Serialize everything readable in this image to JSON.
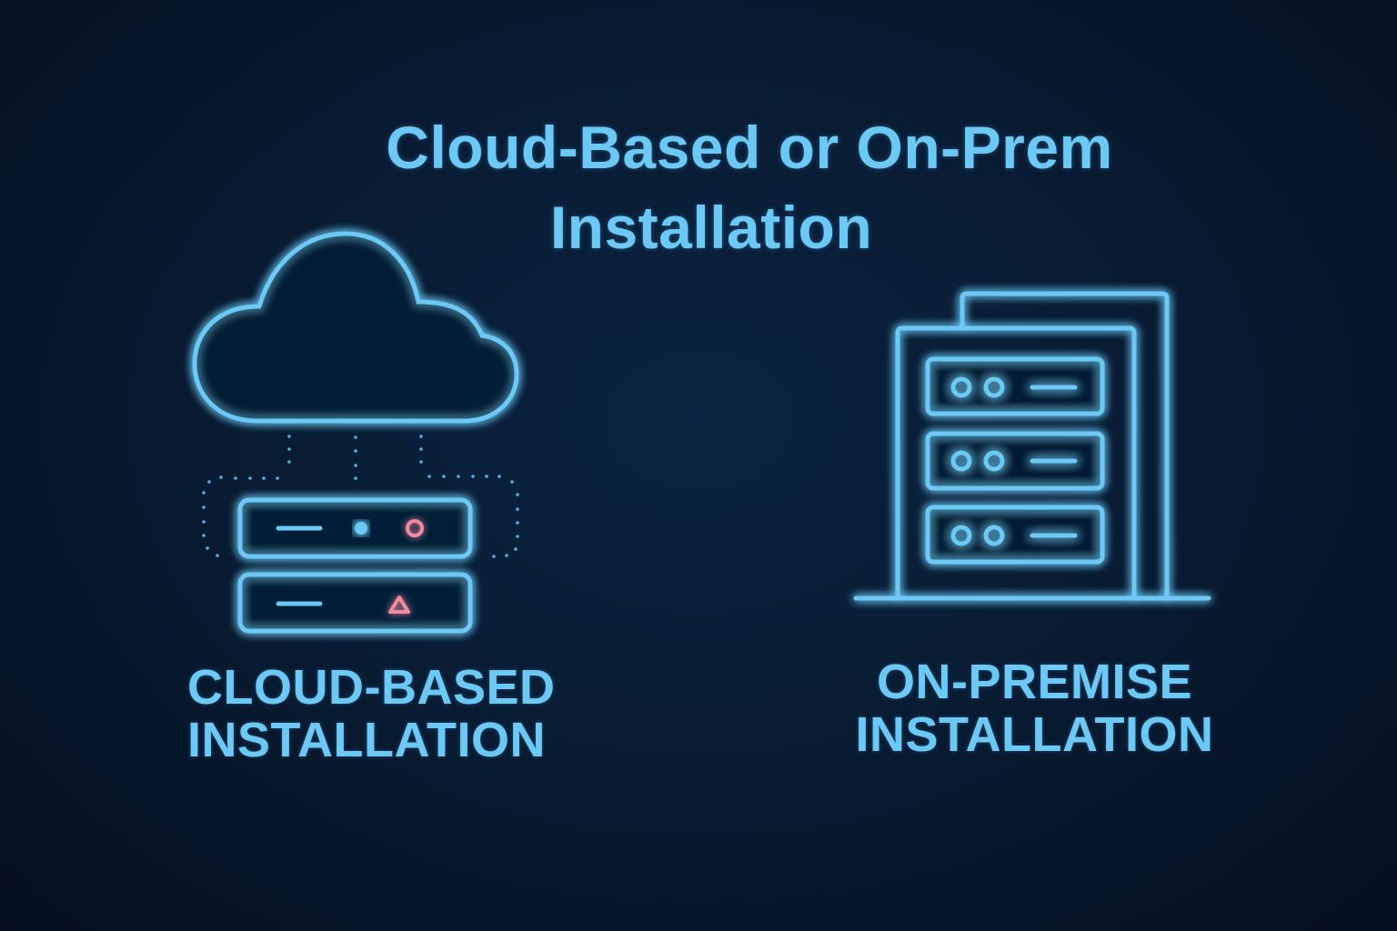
{
  "title": {
    "line1": "Cloud-Based or On-Prem",
    "line2": "Installation"
  },
  "options": [
    {
      "id": "cloud",
      "icon": "cloud-server-icon",
      "label_line1": "CLOUD-BASED",
      "label_line2": "INSTALLATION"
    },
    {
      "id": "on-premise",
      "icon": "building-server-rack-icon",
      "label_line1": "ON-PREMISE",
      "label_line2": "INSTALLATION"
    }
  ],
  "colors": {
    "background": "#081a30",
    "neon_blue": "#6cc9f5",
    "alert_pink": "#f08aa0"
  }
}
